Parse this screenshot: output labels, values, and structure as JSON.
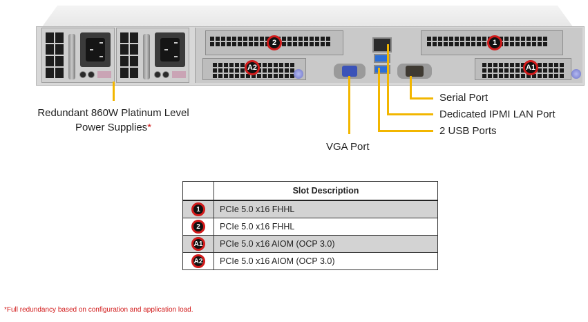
{
  "colors": {
    "callout_line": "#f2b600",
    "marker_ring": "#d21b1b",
    "marker_fill": "#111111",
    "footnote": "#d21b1b",
    "table_shade": "#d3d3d3"
  },
  "server": {
    "slot_markers": {
      "slot_1": "1",
      "slot_2": "2",
      "slot_a1": "A1",
      "slot_a2": "A2"
    }
  },
  "callouts": {
    "psu_line1": "Redundant 860W Platinum Level",
    "psu_line2": "Power Supplies",
    "psu_asterisk": "*",
    "serial": "Serial Port",
    "ipmi": "Dedicated IPMI LAN Port",
    "usb": "2 USB Ports",
    "vga": "VGA Port"
  },
  "table": {
    "header": "Slot Description",
    "rows": [
      {
        "marker": "1",
        "description": "PCIe 5.0 x16 FHHL"
      },
      {
        "marker": "2",
        "description": "PCIe 5.0 x16 FHHL"
      },
      {
        "marker": "A1",
        "description": "PCIe 5.0 x16 AIOM (OCP 3.0)"
      },
      {
        "marker": "A2",
        "description": "PCIe 5.0 x16 AIOM (OCP 3.0)"
      }
    ]
  },
  "footnote": "*Full redundancy based on configuration and application load."
}
